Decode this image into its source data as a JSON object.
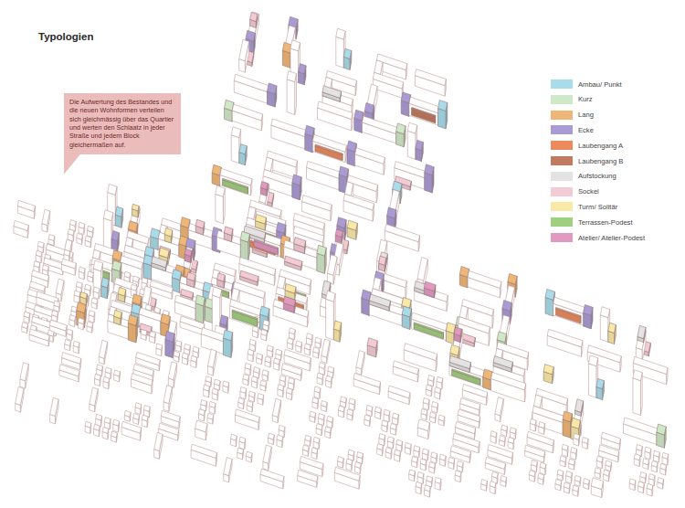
{
  "diagram": {
    "title": "Typologien",
    "nodes": [
      {
        "text": [
          "Die Aufwertung des Bestandes und die neuen Wohnformen verteilen sich gleichmässig über das Quartier und werten den Schlaatz in jeder Straße und jedem Block gleichermaßen auf."
        ]
      }
    ],
    "legend": [
      {
        "text": "Ambau/ Punkt",
        "color": "#a9dcea"
      },
      {
        "text": "Kurz",
        "color": "#cfe8c7"
      },
      {
        "text": "Lang",
        "color": "#eeb677"
      },
      {
        "text": "Ecke",
        "color": "#a99bd4"
      },
      {
        "text": "Laubengang A",
        "color": "#ec8a5d"
      },
      {
        "text": "Laubengang B",
        "color": "#c27b5e"
      },
      {
        "text": "Aufstockung",
        "color": "#e3e3e3"
      },
      {
        "text": "Sockel",
        "color": "#f2cbd4"
      },
      {
        "text": "Turm/ Solitär",
        "color": "#f8eaa6"
      },
      {
        "text": "Terrassen-Podest",
        "color": "#9fd07e"
      },
      {
        "text": "Atelier/ Atelier-Podest",
        "color": "#e09ac2"
      }
    ]
  }
}
